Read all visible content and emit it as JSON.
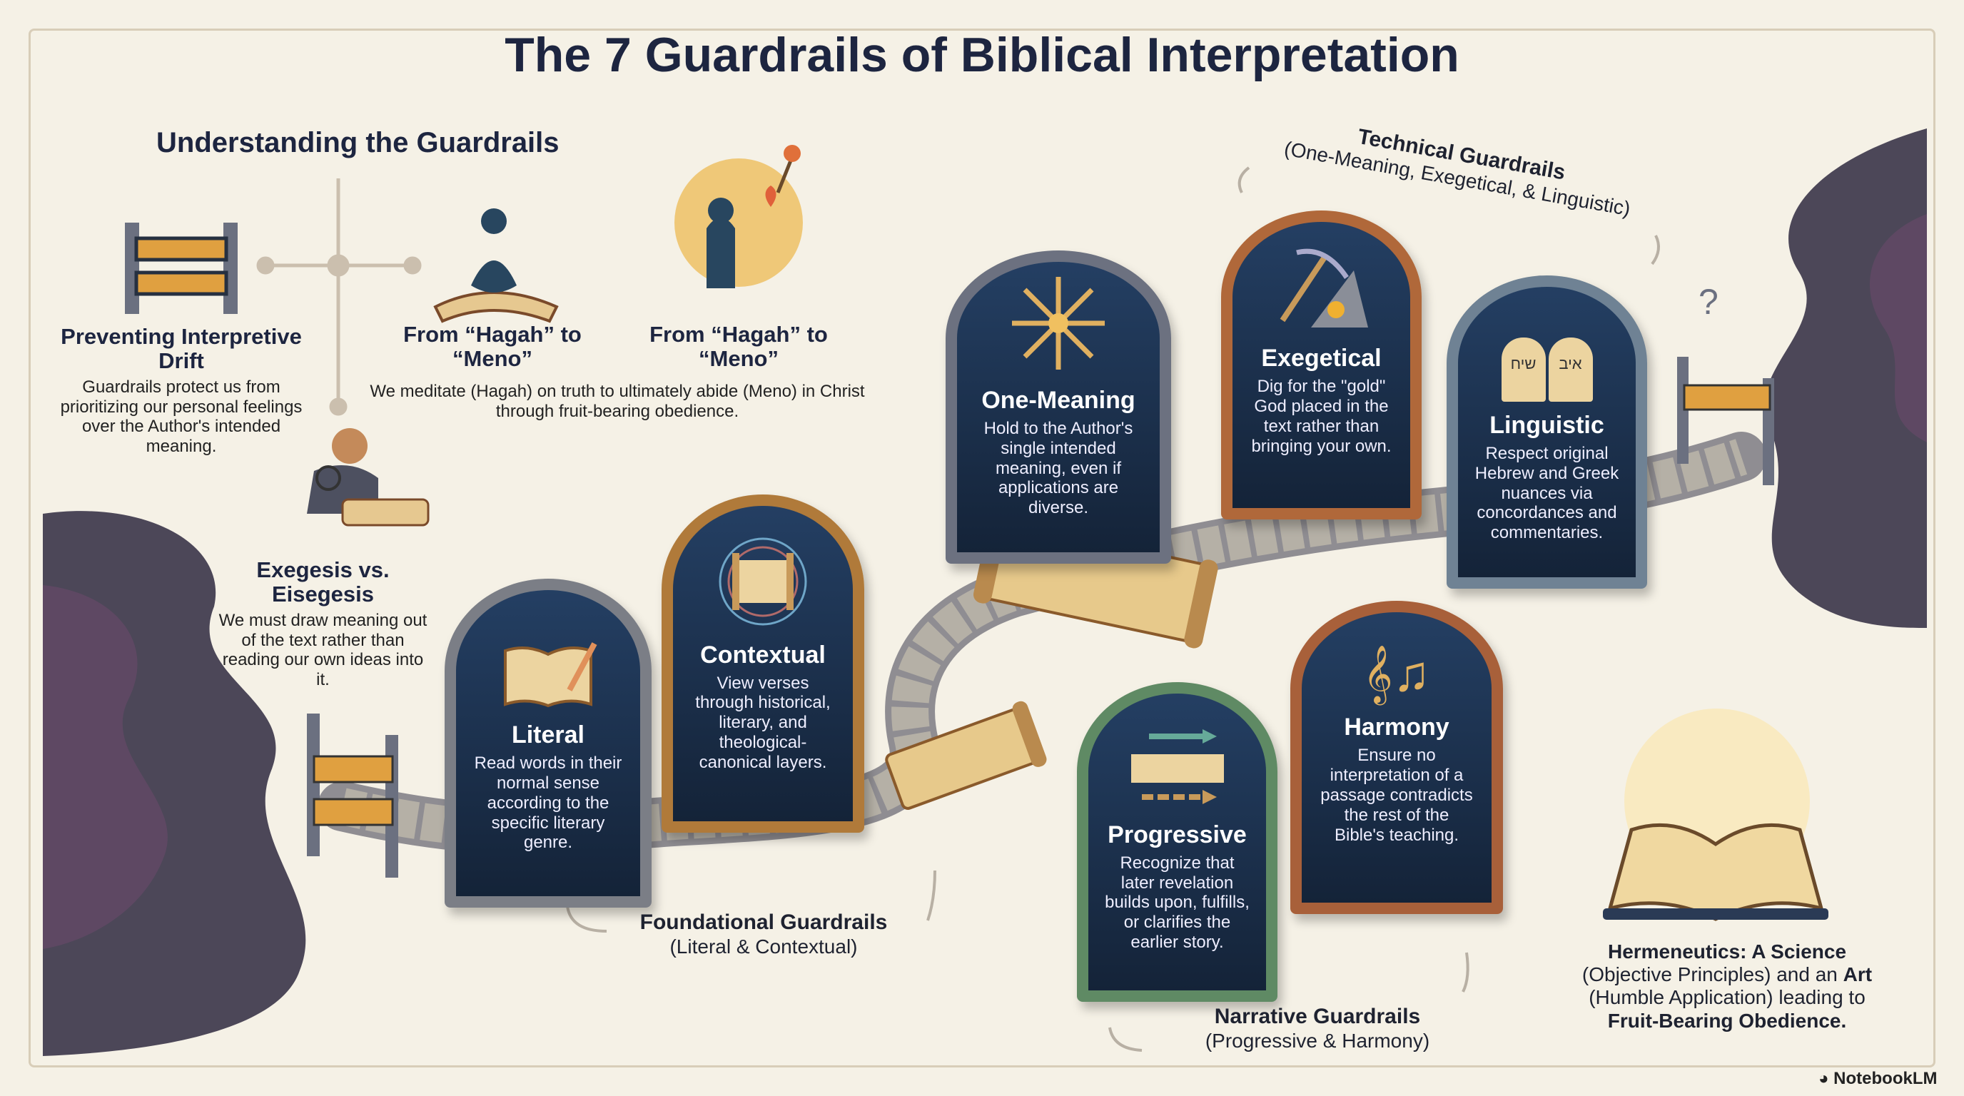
{
  "title": "The 7 Guardrails of Biblical Interpretation",
  "understanding": {
    "heading": "Understanding the Guardrails",
    "drift": {
      "title": "Preventing Interpretive Drift",
      "desc": "Guardrails protect us from prioritizing our personal feelings over the Author's intended meaning."
    },
    "hagah1": {
      "title": "From “Hagah” to “Meno”"
    },
    "hagah2": {
      "title": "From “Hagah” to “Meno”"
    },
    "hagah_desc": "We meditate (Hagah) on truth to ultimately abide (Meno) in Christ through fruit-bearing obedience.",
    "exegesis": {
      "title": "Exegesis vs. Eisegesis",
      "desc": "We must draw meaning out of the text rather than reading our own ideas into it."
    }
  },
  "guardrails": [
    {
      "name": "Literal",
      "desc": "Read words in their normal sense according to the specific literary genre.",
      "frame": "#7b7e86",
      "icon": "open-book-quill"
    },
    {
      "name": "Contextual",
      "desc": "View verses through historical, literary, and theological-canonical layers.",
      "frame": "#b07a3a",
      "icon": "scroll-circles"
    },
    {
      "name": "One-Meaning",
      "desc": "Hold to the Author's single intended meaning, even if applications are diverse.",
      "frame": "#6c7180",
      "icon": "radiating-star"
    },
    {
      "name": "Exegetical",
      "desc": "Dig for the \"gold\" God placed in the text rather than bringing your own.",
      "frame": "#b0683a",
      "icon": "pickaxe-gold"
    },
    {
      "name": "Linguistic",
      "desc": "Respect original Hebrew and Greek nuances via concordances and commentaries.",
      "frame": "#6f8294",
      "icon": "tablets-magnifier"
    },
    {
      "name": "Progressive",
      "desc": "Recognize that later revelation builds upon, fulfills, or clarifies the earlier story.",
      "frame": "#5f8a64",
      "icon": "scrolls-arrows"
    },
    {
      "name": "Harmony",
      "desc": "Ensure no interpretation of a passage contradicts the rest of the Bible's teaching.",
      "frame": "#a8603a",
      "icon": "music-notes"
    }
  ],
  "groups": {
    "foundational": {
      "title": "Foundational Guardrails",
      "sub": "(Literal & Contextual)"
    },
    "technical": {
      "title": "Technical Guardrails",
      "sub": "(One-Meaning, Exegetical, & Linguistic)"
    },
    "narrative": {
      "title": "Narrative Guardrails",
      "sub": "(Progressive & Harmony)"
    }
  },
  "conclusion": {
    "parts": [
      "Hermeneutics: A Science",
      " (Objective Principles) and an ",
      "Art",
      " (Humble Application) leading to ",
      "Fruit-Bearing Obedience."
    ]
  },
  "brand": "NotebookLM",
  "linguistic_letters": [
    "שיח",
    "איב"
  ]
}
